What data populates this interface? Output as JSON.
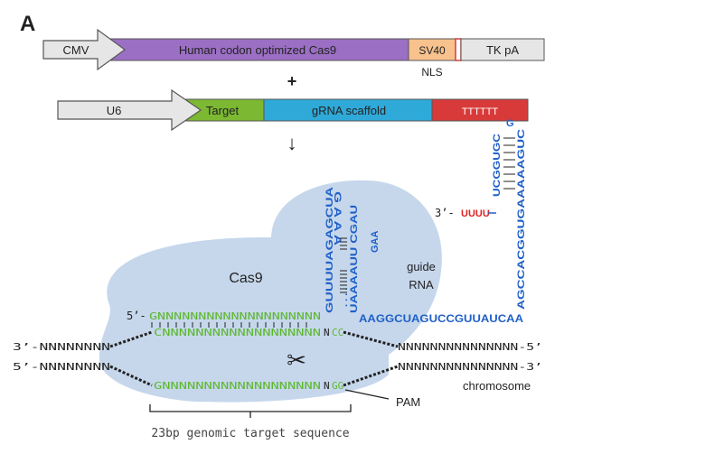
{
  "panel_letter": "A",
  "construct1": {
    "promoter": "CMV",
    "cas9": "Human codon optimized Cas9",
    "nls_box": "SV40",
    "nls_label": "NLS",
    "terminator": "TK pA",
    "colors": {
      "cas9": "#9b6fc4",
      "nls": "#f7c28e",
      "arrow": "#e6e6e6",
      "terminator": "#e6e6e6"
    }
  },
  "plus": "+",
  "construct2": {
    "promoter": "U6",
    "target": "Target",
    "scaffold": "gRNA scaffold",
    "terminator": "TTTTTT",
    "colors": {
      "target": "#7cb832",
      "scaffold": "#2fa9d8",
      "terminator": "#d83a3a"
    }
  },
  "down_arrow": "↓",
  "complex": {
    "cas9_label": "Cas9",
    "guide_label": "guide",
    "rna_label": "RNA",
    "blob_color": "#c6d7ec",
    "rna_color": "#2060c8",
    "uuu_color": "#e02020",
    "target_color": "#5cb82b",
    "five_prime_guide": "5’-",
    "guide_target": "GNNNNNNNNNNNNNNNNNNNN",
    "stem1_a": "GUUUUAGAGCUA",
    "stem1_b": "UAAAAUU CGAU",
    "stem1_loop": "G A A A",
    "stem1_gaa": "GAA",
    "stem_mid": ". . . .",
    "linker": "AAGGCUAGUCCGUUAUCAA",
    "stem2_a": "AGCCACGGUGAAAAAGUC",
    "stem2_b": "UCGGUGC",
    "stem2_loop": "G",
    "three_prime": "3’-",
    "uuuu": "UUUU",
    "top_strand_left": "3’-NNNNNNNN",
    "top_strand_right": "NNNNNNNNNNNNNNN-5’",
    "top_target": "CNNNNNNNNNNNNNNNNNNN",
    "top_pam": "CC",
    "top_n": "N",
    "bottom_strand_left": "5’-NNNNNNNN",
    "bottom_strand_right": "NNNNNNNNNNNNNNN-3’",
    "bottom_target": "GNNNNNNNNNNNNNNNNNNN",
    "bottom_n": "N",
    "bottom_pam": "GG",
    "pam_label": "PAM",
    "chromosome_label": "chromosome",
    "bracket_label": "23bp genomic target sequence"
  }
}
